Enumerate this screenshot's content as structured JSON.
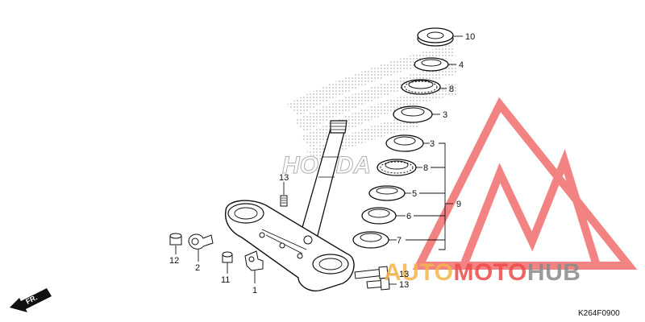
{
  "callouts": {
    "c10": "10",
    "c4": "4",
    "c8a": "8",
    "c3a": "3",
    "c3b": "3",
    "c8b": "8",
    "c5": "5",
    "c6": "6",
    "c7": "7",
    "c9": "9",
    "c13a": "13",
    "c13b": "13",
    "c13c": "13",
    "c12": "12",
    "c2": "2",
    "c11": "11",
    "c1": "1"
  },
  "direction_label": "FR.",
  "diagram_code": "K264F0900",
  "watermark": {
    "part1": "AUTO",
    "part2": "MOTO",
    "part3": "HUB",
    "color_orange": "#f6b54a",
    "color_red": "#ef4a4a",
    "color_gray": "#8a8a8a"
  },
  "background_brand": "HONDA"
}
